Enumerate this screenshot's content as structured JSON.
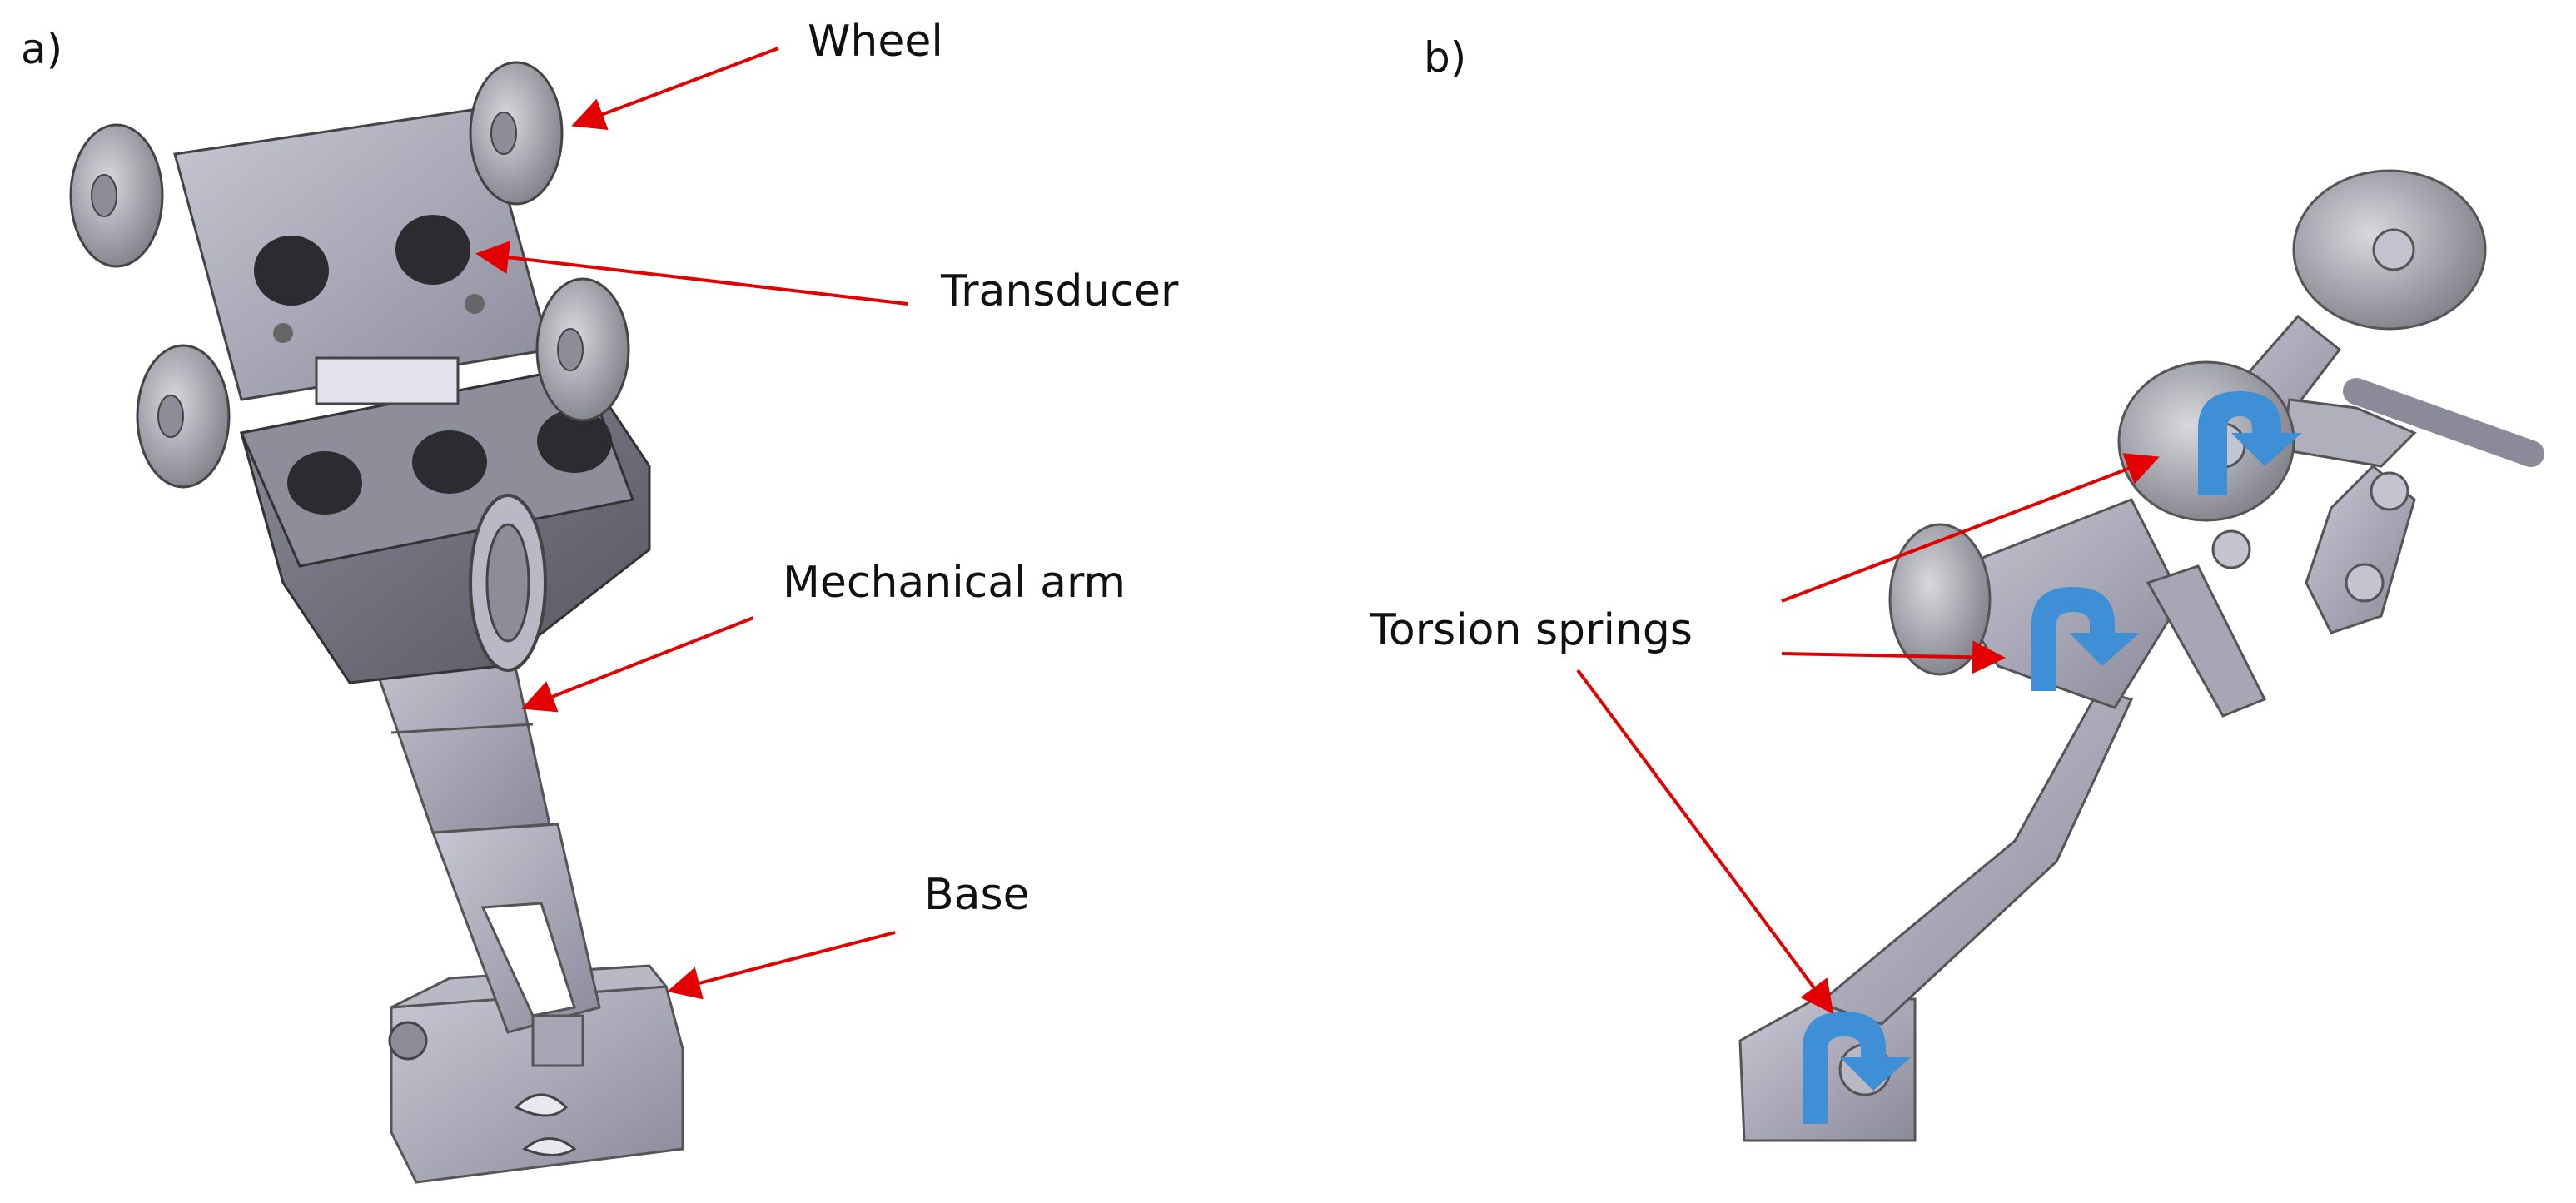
{
  "panels": {
    "a": {
      "label": "a)"
    },
    "b": {
      "label": "b)"
    }
  },
  "callouts": {
    "wheel": "Wheel",
    "transducer": "Transducer",
    "mechanical_arm": "Mechanical arm",
    "base": "Base",
    "torsion_springs": "Torsion springs"
  },
  "colors": {
    "part_fill": "#9c9cad",
    "part_light": "#c4c4d1",
    "part_dark": "#5c5c6a",
    "sensor": "#2b2b30",
    "arrow": "#e20000",
    "spring_marker": "#3f8fd6"
  }
}
